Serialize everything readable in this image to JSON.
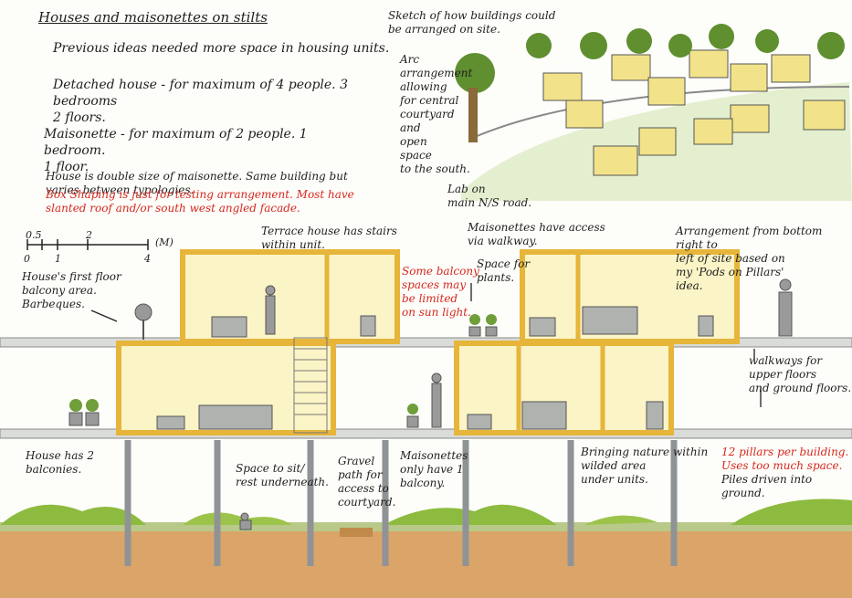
{
  "title": "Houses and maisonettes on stilts",
  "notes": {
    "previous": "Previous ideas needed more space in housing units.",
    "detached": "Detached house - for maximum of 4 people. 3 bedrooms\n2 floors.",
    "maisonette": "Maisonette - for maximum of 2 people. 1 bedroom.\n1 floor.",
    "double": "House is double size of maisonette. Same building but varies between typologies.",
    "box_shaping": "Box Shaping is just for testing arrangement. Most have slanted roof and/or south west angled facade.",
    "sketch": "Sketch of how buildings could be arranged on site.",
    "arc": "Arc\narrangement\nallowing\nfor central\ncourtyard\nand\nopen\nspace\nto the south.",
    "lab": "Lab on\nmain N/S road.",
    "first_floor": "House's first floor\nbalcony area.\nBarbeques.",
    "terrace": "Terrace house has stairs\nwithin unit.",
    "maisonettes_access": "Maisonettes have access\nvia walkway.",
    "arrangement": "Arrangement from bottom right to\nleft of site based on\nmy 'Pods on Pillars'\nidea.",
    "balcony_limit": "Some balcony\nspaces may\nbe limited\non sun light.",
    "plants": "Space for\nplants.",
    "walkways": "walkways for\nupper floors\nand ground floors.",
    "two_balconies": "House has 2\nbalconies.",
    "sit": "Space to sit/\nrest underneath.",
    "gravel": "Gravel\npath for\naccess to\ncourtyard.",
    "one_balcony": "Maisonettes\nonly have 1\nbalcony.",
    "nature": "Bringing nature within\nwilded area\nunder units.",
    "pillars": "12 pillars per building.\nUses too much space.",
    "piles": "Piles driven into ground."
  },
  "scale": {
    "ticks": [
      "0",
      "0.5",
      "2",
      "4"
    ],
    "mid": "1",
    "unit": "(M)"
  },
  "colors": {
    "frame": "#e6b53a",
    "fill": "#fbf4c6",
    "ground": "#d9a266",
    "grass": "#8dbb3f",
    "red": "#d6281e"
  }
}
